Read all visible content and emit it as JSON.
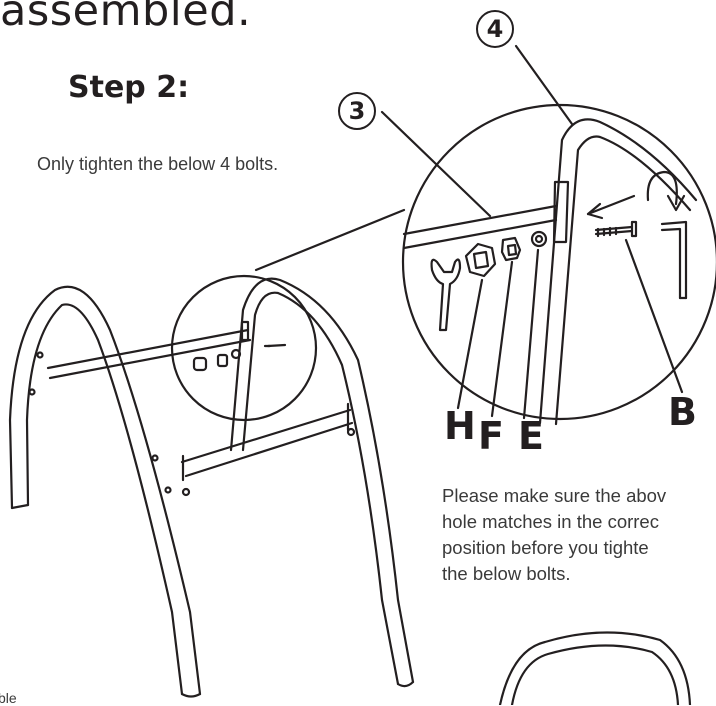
{
  "heading": "assembled.",
  "step_title": "Step 2:",
  "instruction": "Only tighten the below 4 bolts.",
  "badges": {
    "part3": "3",
    "part4": "4"
  },
  "part_letters": {
    "b": "B",
    "h": "H",
    "f": "F",
    "e": "E"
  },
  "note_lines": [
    "Please make sure the abov",
    "hole matches in the correc",
    "position before you tighte",
    "the below bolts."
  ],
  "footnote": "ble"
}
